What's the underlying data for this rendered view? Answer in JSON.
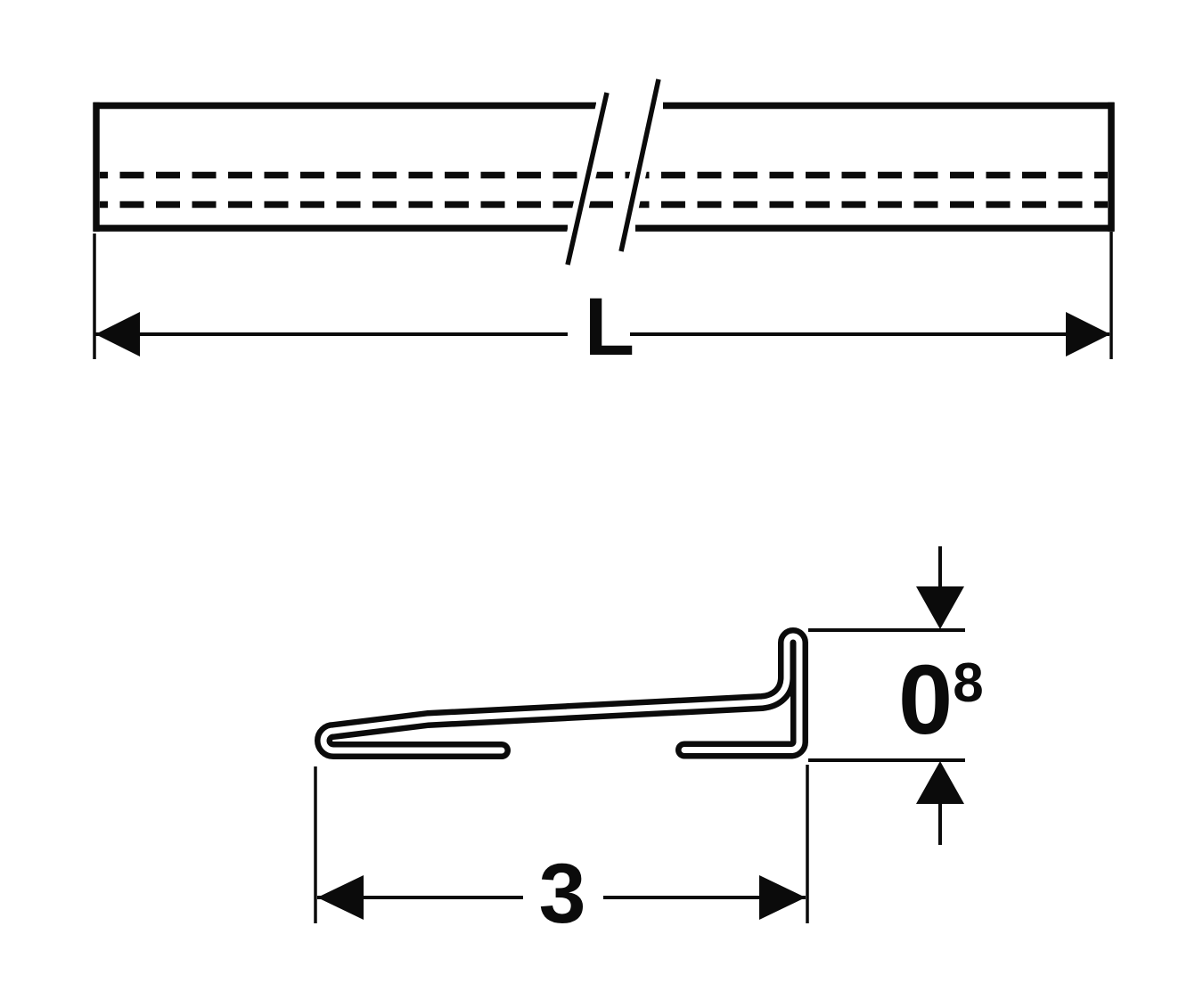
{
  "diagram": {
    "description": "Technical dimension drawing of a profile rail: side length view and cross-section",
    "colors": {
      "line": "#0b0b0b",
      "background": "#ffffff"
    },
    "length_view": {
      "dimension_label": "L"
    },
    "profile_view": {
      "width_dimension_label": "3",
      "height_dimension_label": "0",
      "height_dimension_superscript": "8"
    }
  }
}
